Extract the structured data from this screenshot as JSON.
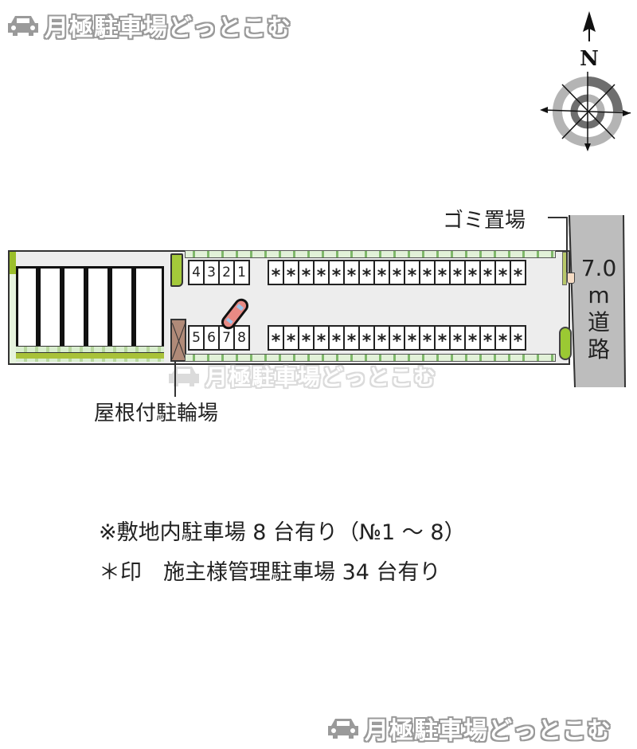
{
  "watermark": {
    "text": "月極駐車場どっとこむ",
    "icon": "car-icon"
  },
  "compass": {
    "north_label": "N",
    "icon": "compass-rose-icon"
  },
  "map": {
    "road": {
      "width_label": "7.0",
      "unit_label": "m",
      "name_label_1": "道",
      "name_label_2": "路"
    },
    "labels": {
      "garbage_area": "ゴミ置場",
      "covered_bike_parking": "屋根付駐輪場"
    },
    "stalls_top_numbered": [
      "4",
      "3",
      "2",
      "1"
    ],
    "stalls_bottom_numbered": [
      "5",
      "6",
      "7",
      "8"
    ],
    "stalls_top_owner": [
      "*",
      "*",
      "*",
      "*",
      "*",
      "*",
      "*",
      "*",
      "*",
      "*",
      "*",
      "*",
      "*",
      "*",
      "*",
      "*",
      "*"
    ],
    "stalls_bottom_owner": [
      "*",
      "*",
      "*",
      "*",
      "*",
      "*",
      "*",
      "*",
      "*",
      "*",
      "*",
      "*",
      "*",
      "*",
      "*",
      "*",
      "*"
    ],
    "colors": {
      "lot_ground": "#ededed",
      "road": "#bdbdbd",
      "planting": "#9bc933",
      "bike_shed": "#b08a78",
      "car": "#e88a84"
    }
  },
  "notes": {
    "line1": "※敷地内駐車場 8 台有り（№1 〜 8）",
    "line2": "＊印　施主様管理駐車場 34 台有り"
  }
}
